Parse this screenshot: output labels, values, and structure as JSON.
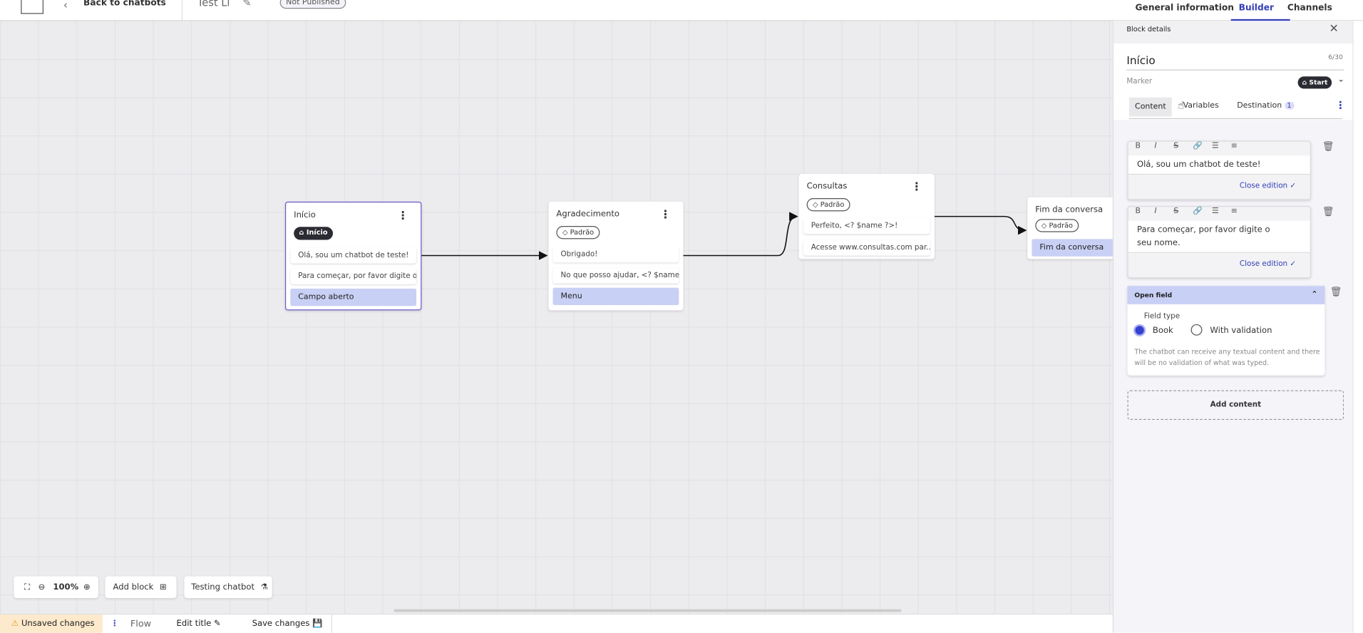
{
  "header": {
    "back_label": "Back to chatbots",
    "chatbot_title": "Test Li",
    "status_badge": "Not Published"
  },
  "tabs": [
    {
      "label": "General information"
    },
    {
      "label": "Builder",
      "active": true
    },
    {
      "label": "Channels"
    }
  ],
  "panel": {
    "header": "Block details",
    "block_name": "Início",
    "char_count": "6/30",
    "marker_label": "Marker",
    "marker_value": "Start",
    "subtabs": [
      {
        "label": "Content",
        "active": true
      },
      {
        "label": "Variables"
      },
      {
        "label": "Destination",
        "badge": "1"
      }
    ],
    "toolbar": [
      "B",
      "I",
      "S",
      "🔗",
      "☰",
      "≡"
    ],
    "contents": [
      {
        "text": "Olá, sou um chatbot de teste!",
        "close": "Close edition"
      },
      {
        "text": "Para começar, por favor digite o seu nome.",
        "close": "Close edition"
      }
    ],
    "open_field": {
      "title": "Open field",
      "field_type_label": "Field type",
      "options": [
        {
          "label": "Book",
          "selected": true
        },
        {
          "label": "With validation",
          "selected": false
        }
      ],
      "help": "The chatbot can receive any textual content and there will be no validation of what was typed."
    },
    "add_content": "Add content"
  },
  "blocks": [
    {
      "title": "Início",
      "marker": "Início",
      "messages": [
        "Olá, sou um chatbot de teste!",
        "Para começar, por favor digite o ..."
      ],
      "action": "Campo aberto",
      "selected": true
    },
    {
      "title": "Agradecimento",
      "marker": "Padrão",
      "messages": [
        "Obrigado!",
        "No que posso ajudar, <? $name ..."
      ],
      "action": "Menu"
    },
    {
      "title": "Consultas",
      "marker": "Padrão",
      "messages": [
        "Perfeito, <? $name ?>!",
        "Acesse www.consultas.com par..."
      ]
    },
    {
      "title": "Fim da conversa",
      "marker": "Padrão",
      "messages": [],
      "action": "Fim da conversa"
    }
  ],
  "canvas_toolbar": {
    "zoom": "100%",
    "add_block": "Add block",
    "testing": "Testing chatbot"
  },
  "bottom_bar": {
    "unsaved": "Unsaved changes",
    "flow": "Flow",
    "edit_title": "Edit title",
    "save": "Save changes"
  },
  "colors": {
    "accent": "#3440b8",
    "selected_action": "#c8d0f5",
    "warning_bg": "#fde9cc"
  }
}
